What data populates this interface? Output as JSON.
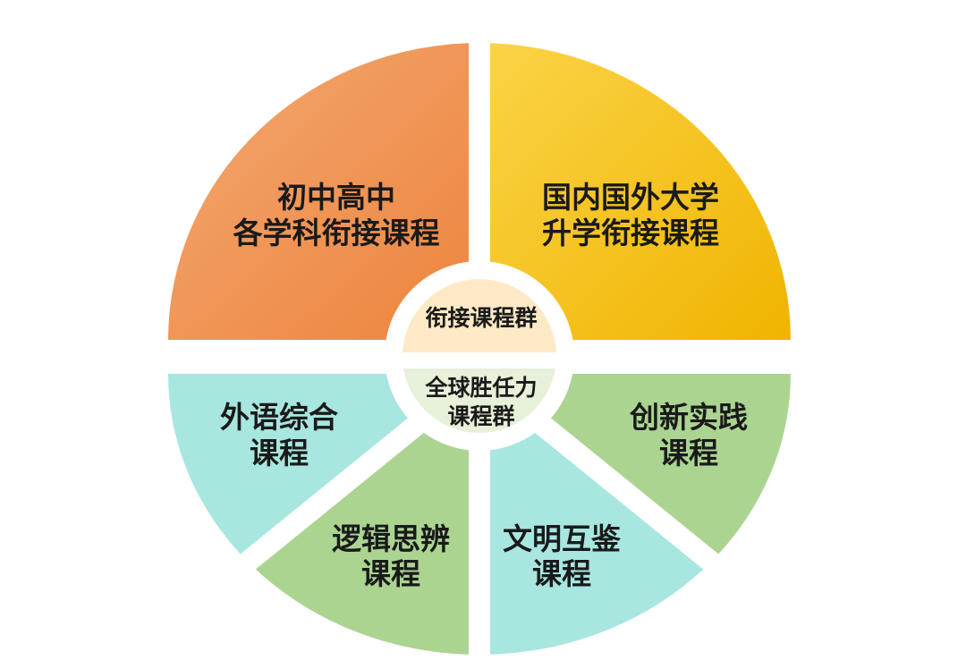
{
  "center": {
    "top_label": "衔接课程群",
    "bottom_label_line1": "全球胜任力",
    "bottom_label_line2": "课程群"
  },
  "segments": [
    {
      "line1": "初中高中",
      "line2": "各学科衔接课程",
      "color": "#f0914c"
    },
    {
      "line1": "国内国外大学",
      "line2": "升学衔接课程",
      "color": "#f6c21f"
    },
    {
      "line1": "外语综合",
      "line2": "课程",
      "color": "#a8e6e0"
    },
    {
      "line1": "逻辑思辨",
      "line2": "课程",
      "color": "#abd491"
    },
    {
      "line1": "文明互鉴",
      "line2": "课程",
      "color": "#a8e6e0"
    },
    {
      "line1": "创新实践",
      "line2": "课程",
      "color": "#abd491"
    }
  ]
}
